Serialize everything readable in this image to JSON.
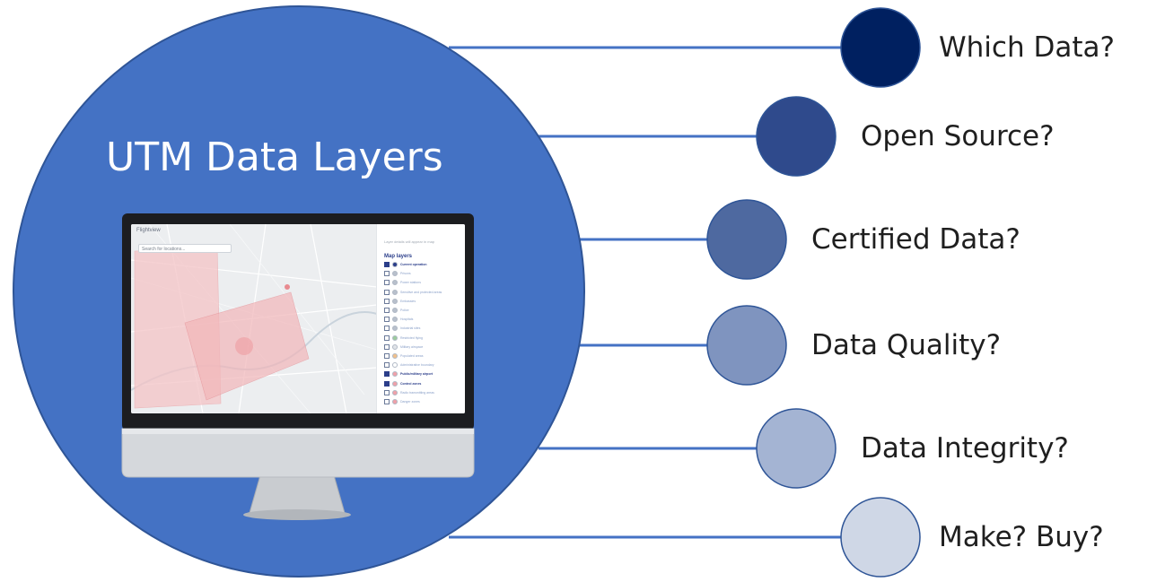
{
  "colors": {
    "main_circle": "#4472c4",
    "connector": "#4472c4",
    "bubbles": [
      "#002060",
      "#2f4a8c",
      "#4e69a0",
      "#7f94bf",
      "#a4b4d3",
      "#cfd7e6"
    ]
  },
  "main": {
    "title": "UTM Data Layers"
  },
  "questions": [
    {
      "label": "Which Data?"
    },
    {
      "label": "Open Source?"
    },
    {
      "label": "Certified Data?"
    },
    {
      "label": "Data Quality?"
    },
    {
      "label": "Data Integrity?"
    },
    {
      "label": "Make? Buy?"
    }
  ],
  "screen": {
    "app_title": "Flightview",
    "search_placeholder": "Search for locations...",
    "panel_hint": "Layer details will appear in map",
    "panel_title": "Map layers",
    "layers": [
      {
        "label": "Current operation",
        "checked": true,
        "color": "#2b3e8a",
        "bold": true
      },
      {
        "label": "Prisons",
        "checked": false,
        "color": "#b8c0cc",
        "bold": false
      },
      {
        "label": "Power stations",
        "checked": false,
        "color": "#b8c0cc",
        "bold": false
      },
      {
        "label": "Sensitive and protected areas",
        "checked": false,
        "color": "#b8c0cc",
        "bold": false
      },
      {
        "label": "Embassies",
        "checked": false,
        "color": "#b8c0cc",
        "bold": false
      },
      {
        "label": "Police",
        "checked": false,
        "color": "#b8c0cc",
        "bold": false
      },
      {
        "label": "Hospitals",
        "checked": false,
        "color": "#b8c0cc",
        "bold": false
      },
      {
        "label": "Industrial sites",
        "checked": false,
        "color": "#b8c0cc",
        "bold": false
      },
      {
        "label": "Restricted flying",
        "checked": false,
        "color": "#9ccc9c",
        "bold": false
      },
      {
        "label": "Military airspace",
        "checked": false,
        "color": "#e0e3e8",
        "bold": false
      },
      {
        "label": "Populated areas",
        "checked": false,
        "color": "#f2c08a",
        "bold": false
      },
      {
        "label": "Administrative boundary",
        "checked": false,
        "color": "#ffffff",
        "bold": false
      },
      {
        "label": "Public/military airport",
        "checked": true,
        "color": "#f0a0a8",
        "bold": true
      },
      {
        "label": "Control zones",
        "checked": true,
        "color": "#f0a0a8",
        "bold": true
      },
      {
        "label": "Radio transmitting areas",
        "checked": false,
        "color": "#f0a0a8",
        "bold": false
      },
      {
        "label": "Danger zones",
        "checked": false,
        "color": "#f0a0a8",
        "bold": false
      }
    ]
  }
}
